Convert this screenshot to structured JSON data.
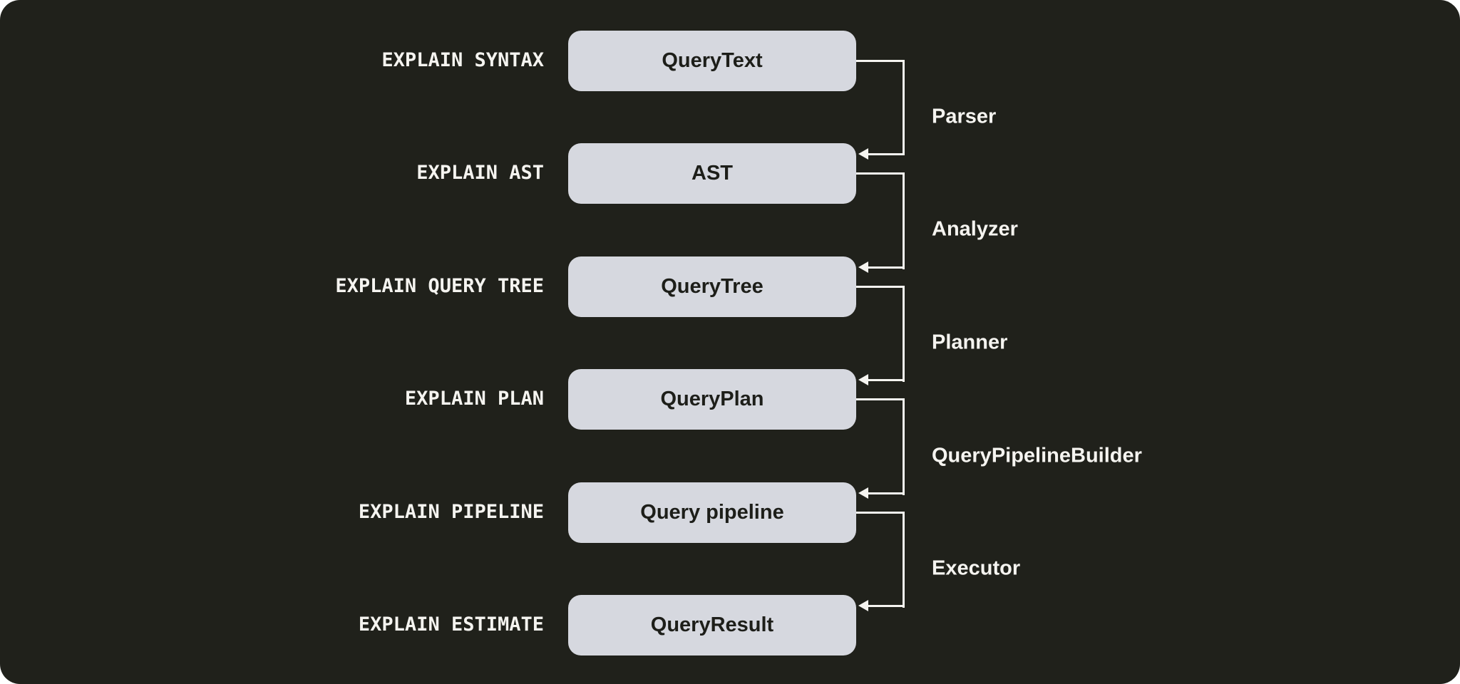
{
  "colors": {
    "canvas_background": "#20211b",
    "box_fill": "#d6d8df",
    "box_text": "#1d1e19",
    "label_text": "#f5f4f0",
    "connector_line": "#f5f4f0"
  },
  "diagram": {
    "stages": [
      {
        "command": "EXPLAIN SYNTAX",
        "artifact": "QueryText"
      },
      {
        "command": "EXPLAIN AST",
        "artifact": "AST"
      },
      {
        "command": "EXPLAIN QUERY TREE",
        "artifact": "QueryTree"
      },
      {
        "command": "EXPLAIN PLAN",
        "artifact": "QueryPlan"
      },
      {
        "command": "EXPLAIN PIPELINE",
        "artifact": "Query pipeline"
      },
      {
        "command": "EXPLAIN ESTIMATE",
        "artifact": "QueryResult"
      }
    ],
    "transitions": [
      {
        "component": "Parser"
      },
      {
        "component": "Analyzer"
      },
      {
        "component": "Planner"
      },
      {
        "component": "QueryPipelineBuilder"
      },
      {
        "component": "Executor"
      }
    ]
  }
}
